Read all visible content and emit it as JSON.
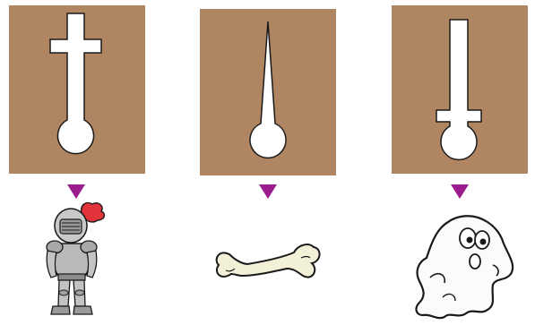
{
  "colors": {
    "tile_background": "#b08562",
    "silhouette_fill": "#ffffff",
    "silhouette_stroke": "#1a1a1a",
    "marker": "#9b1c8c"
  },
  "panels": [
    {
      "shape": "cross-top-stem-circle",
      "marker": "down-triangle",
      "picture": "knight"
    },
    {
      "shape": "tapered-spike-circle",
      "marker": "down-triangle",
      "picture": "bone"
    },
    {
      "shape": "stem-crossbar-circle",
      "marker": "down-triangle",
      "picture": "ghost"
    }
  ]
}
